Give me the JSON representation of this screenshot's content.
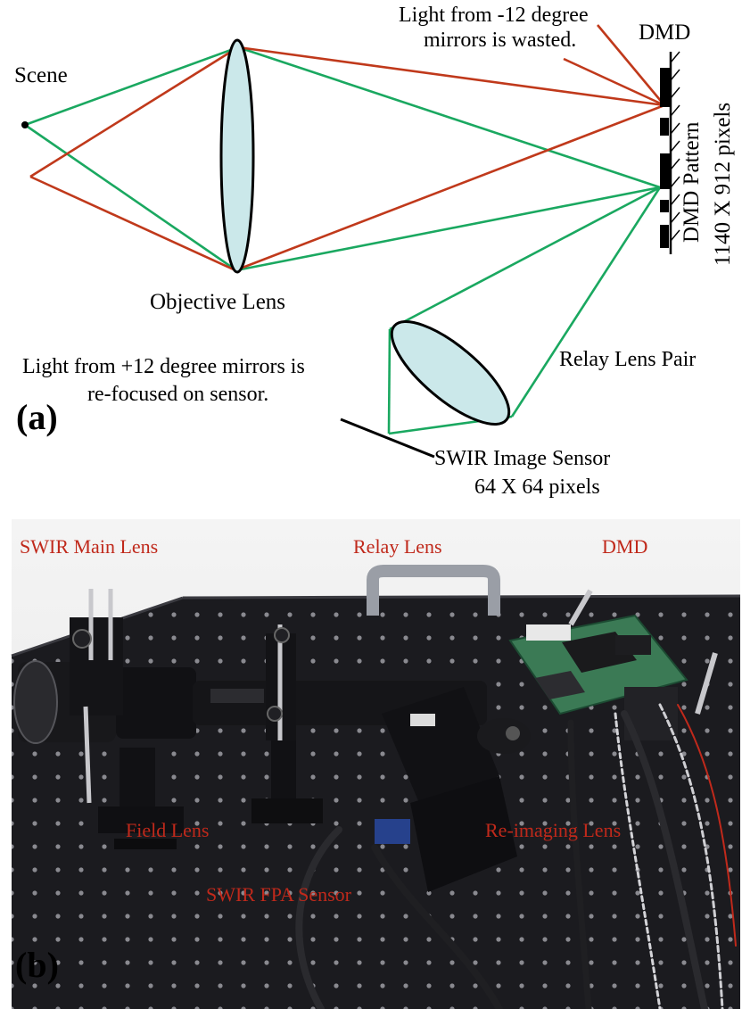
{
  "diagram": {
    "scene_label": "Scene",
    "objective_label": "Objective Lens",
    "wasted_line1": "Light from -12 degree",
    "wasted_line2": "mirrors is wasted.",
    "dmd_label": "DMD",
    "dmd_pattern_label": "DMD Pattern",
    "dmd_pixels_label": "1140 X 912 pixels",
    "refocus_line1": "Light from +12 degree mirrors is",
    "refocus_line2": "re-focused on sensor.",
    "relay_pair_label": "Relay Lens Pair",
    "sensor_line1": "SWIR Image Sensor",
    "sensor_line2": "64 X 64 pixels",
    "panel_a": "(a)",
    "colors": {
      "red_ray": "#c0391b",
      "green_ray": "#1aa860",
      "lens_fill": "#cbe8ea",
      "ink": "#000000"
    }
  },
  "photo": {
    "panel_b": "(b)",
    "labels": {
      "main_lens": "SWIR Main Lens",
      "relay_lens": "Relay Lens",
      "dmd": "DMD",
      "field_lens": "Field Lens",
      "reimaging_lens": "Re-imaging Lens",
      "fpa_sensor": "SWIR FPA Sensor"
    },
    "colors": {
      "label_red": "#c0291b",
      "table": "#1b1b1f",
      "board": "#3b7a55"
    }
  }
}
